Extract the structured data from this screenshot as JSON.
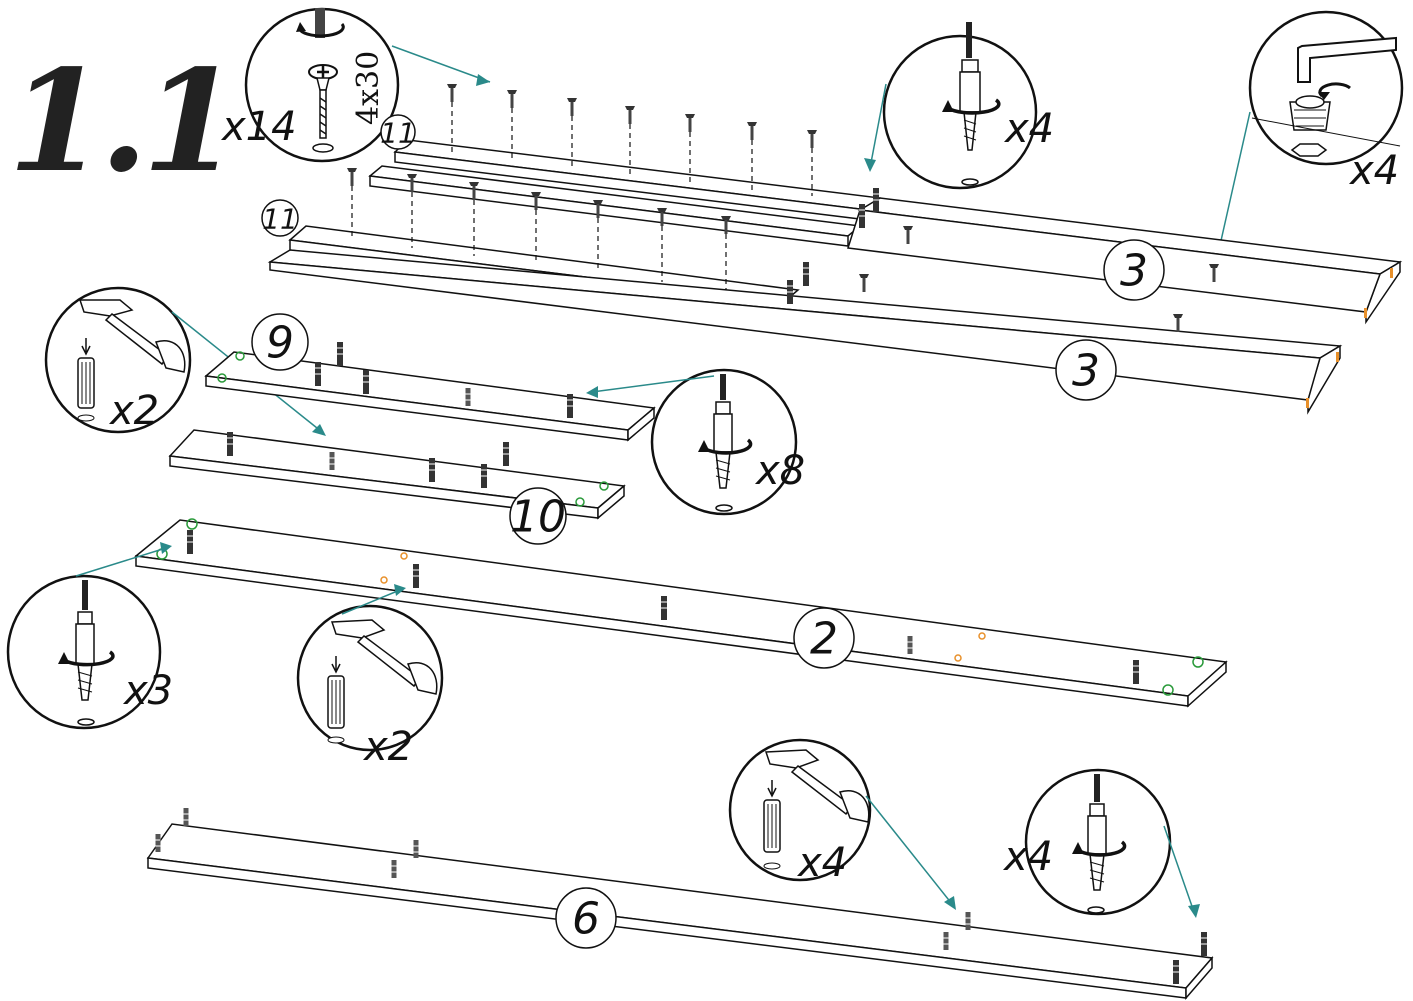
{
  "step_number": "1.1",
  "screw_spec": "4x30",
  "quantities": {
    "screw": "x14",
    "cam_bolt_top": "x4",
    "allen_top_right": "x4",
    "dowel_left": "x2",
    "cam_bolt_mid": "x8",
    "cam_bolt_left": "x3",
    "dowel_center": "x2",
    "dowel_bottom": "x4",
    "cam_bolt_bottom": "x4"
  },
  "parts": {
    "p11_top": "11",
    "p11_left": "11",
    "p3_upper": "3",
    "p3_lower": "3",
    "p9": "9",
    "p10": "10",
    "p2": "2",
    "p6": "6"
  },
  "colors": {
    "leader": "#2a8a8a",
    "dowel_hole": "#2a9a3a",
    "cam_hole": "#c0206a",
    "edge_orange": "#e8902a"
  }
}
